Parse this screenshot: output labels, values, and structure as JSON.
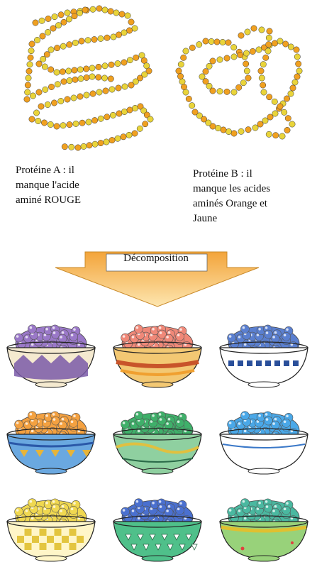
{
  "protein_a": {
    "caption": "Protéine A : il\nmanque l'acide\naminé ROUGE"
  },
  "protein_b": {
    "caption": "Protéine B : il\nmanque les acides\naminés Orange et\nJaune"
  },
  "arrow": {
    "label": "Décomposition",
    "color": "#f0a83a"
  },
  "bead_palette": [
    "#f0a020",
    "#3a7fd8",
    "#2e9a45",
    "#e9d43a",
    "#8a6acb",
    "#5ab8e8",
    "#1f5fa8"
  ],
  "bowls": [
    {
      "name": "bowl-purple",
      "contents": "#9a78c8",
      "pattern": "zigzag",
      "bowl_color": "#f5ead0",
      "accent": "#7a5aa8"
    },
    {
      "name": "bowl-red",
      "contents": "#f08878",
      "pattern": "stripes",
      "bowl_color": "#f3c873",
      "accent": "#c8542a"
    },
    {
      "name": "bowl-darkblue",
      "contents": "#5a7fd0",
      "pattern": "squares",
      "bowl_color": "#ffffff",
      "accent": "#2a4f9a"
    },
    {
      "name": "bowl-orange",
      "contents": "#f4a140",
      "pattern": "triangles",
      "bowl_color": "#6aa8e0",
      "accent": "#e6b43a"
    },
    {
      "name": "bowl-green",
      "contents": "#3fb06a",
      "pattern": "wave",
      "bowl_color": "#8fd0a0",
      "accent": "#e0c040"
    },
    {
      "name": "bowl-lightblue",
      "contents": "#4aa8e8",
      "pattern": "plain",
      "bowl_color": "#ffffff",
      "accent": "#3a78c8"
    },
    {
      "name": "bowl-yellow",
      "contents": "#f0d850",
      "pattern": "checker",
      "bowl_color": "#fff6c8",
      "accent": "#e0c030"
    },
    {
      "name": "bowl-blue",
      "contents": "#4a70d0",
      "pattern": "dots",
      "bowl_color": "#4fc08a",
      "accent": "#2a6a48"
    },
    {
      "name": "bowl-teal",
      "contents": "#4ab8a0",
      "pattern": "rim",
      "bowl_color": "#98d27a",
      "accent": "#e0a060"
    }
  ]
}
